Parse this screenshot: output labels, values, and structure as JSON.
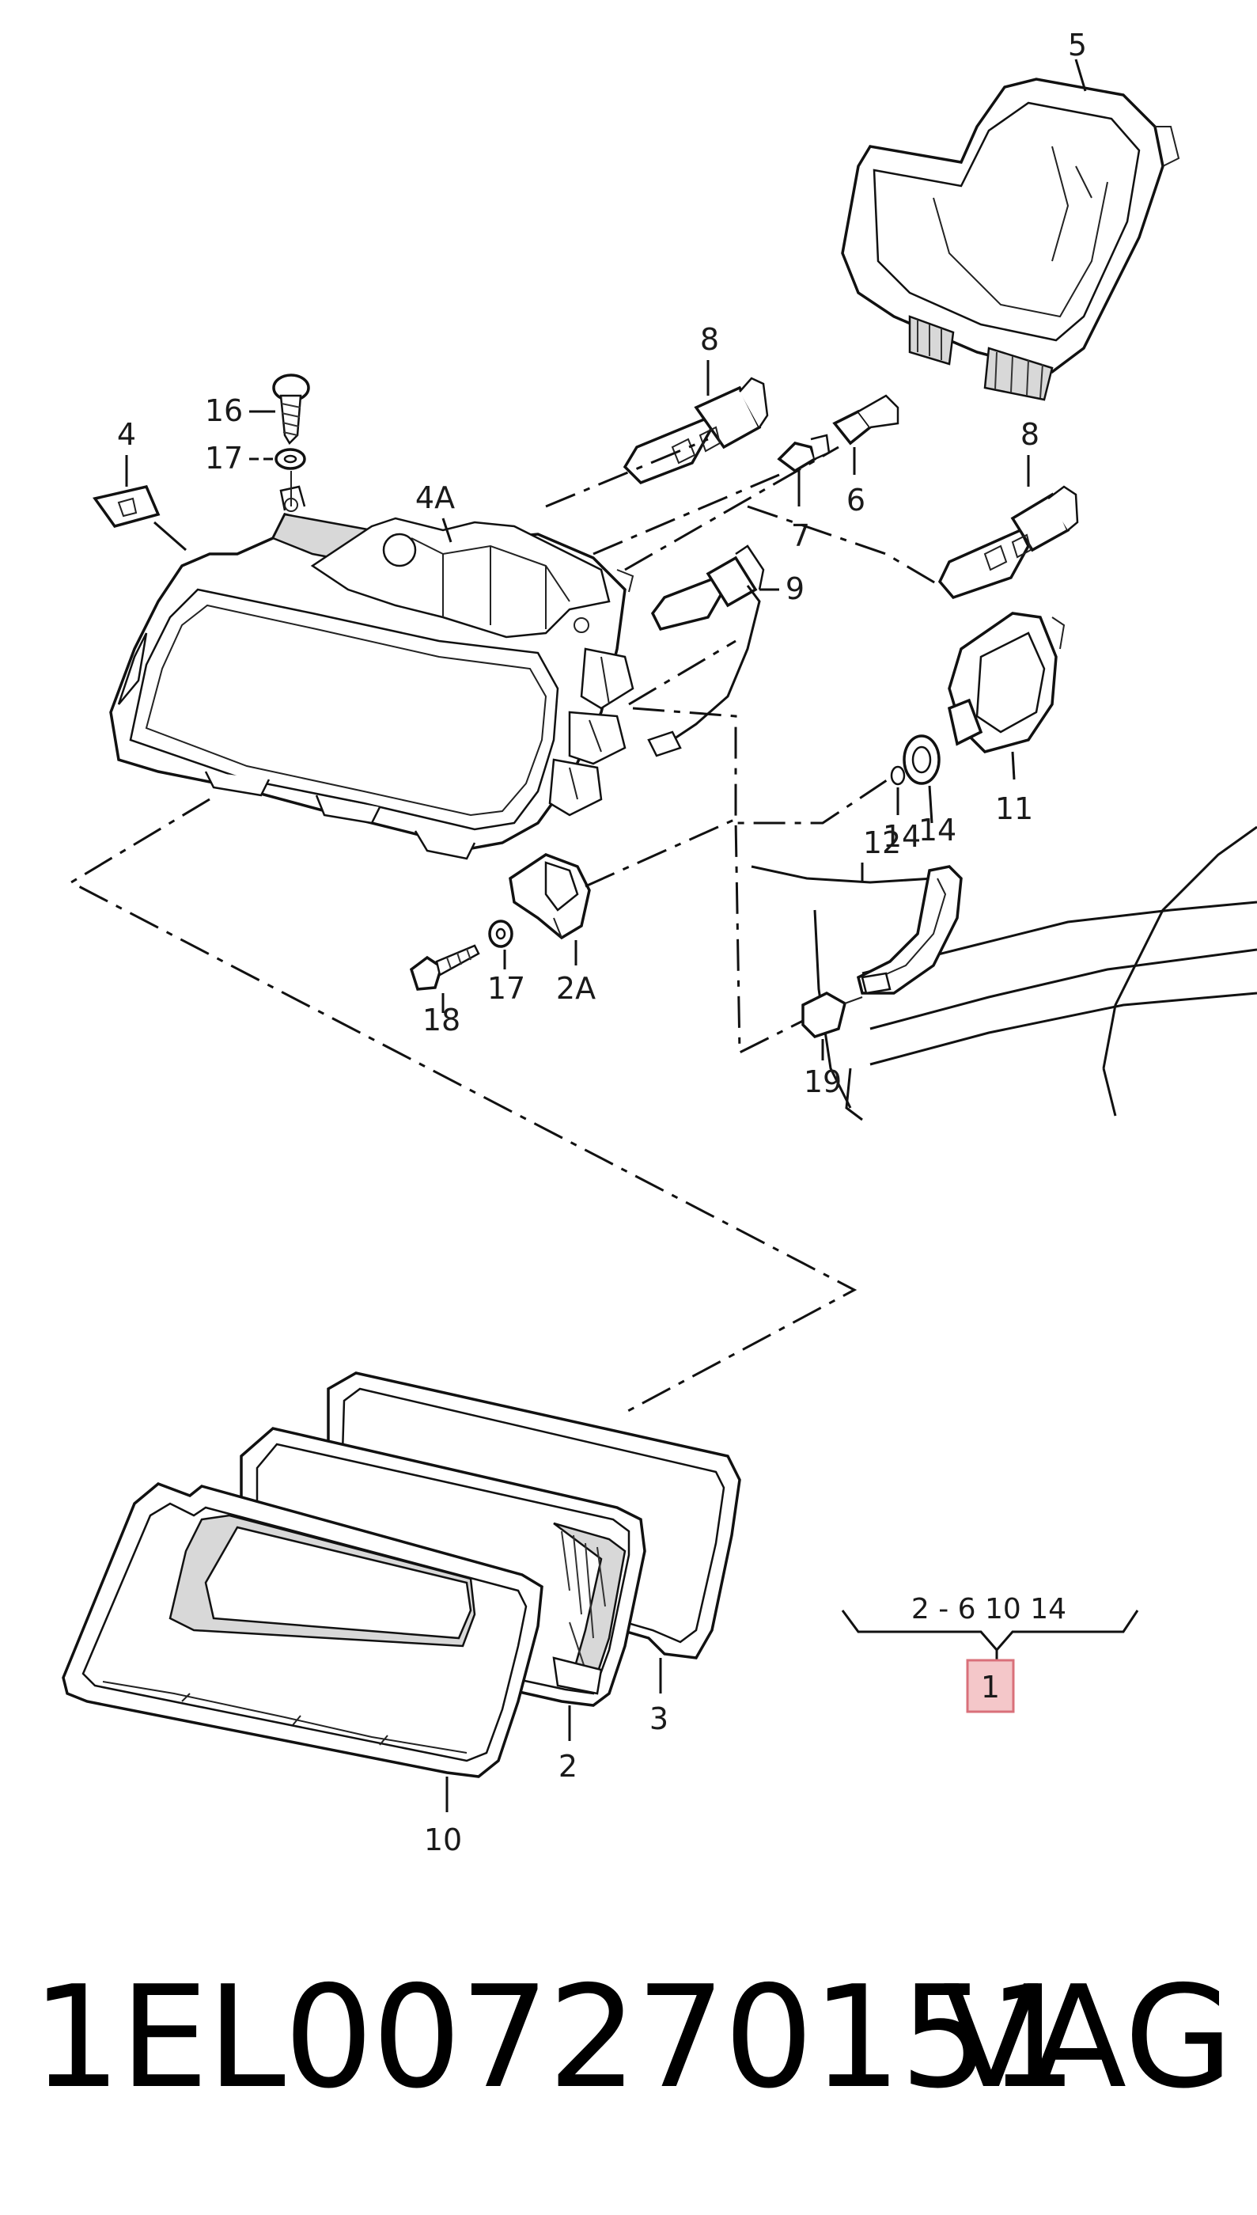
{
  "callouts": {
    "c5": "5",
    "c8a": "8",
    "c8b": "8",
    "c16": "16",
    "c4": "4",
    "c17a": "17",
    "c4A": "4A",
    "c7": "7",
    "c6": "6",
    "c9": "9",
    "c14a": "14",
    "c11": "11",
    "c12": "12",
    "c14b": "14",
    "c2A": "2A",
    "c17b": "17",
    "c18": "18",
    "c19": "19",
    "c3": "3",
    "c2": "2",
    "c10": "10"
  },
  "assembly": {
    "includes": "2 - 6   10   14",
    "box_label": "1",
    "box_color": "#f4c7c9",
    "box_border": "#d9707a"
  },
  "footer": {
    "part_number": "1EL007270151",
    "brand": "VAG"
  }
}
